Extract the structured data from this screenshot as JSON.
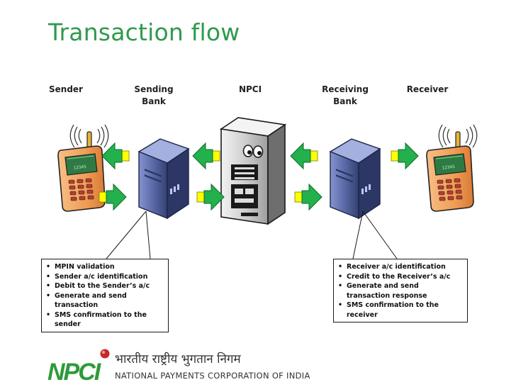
{
  "title": "Transaction flow",
  "columns": [
    {
      "id": "sender",
      "label": "Sender"
    },
    {
      "id": "sending-bank",
      "label": "Sending\nBank"
    },
    {
      "id": "npci",
      "label": "NPCI"
    },
    {
      "id": "receiving-bank",
      "label": "Receiving\nBank"
    },
    {
      "id": "receiver",
      "label": "Receiver"
    }
  ],
  "phone_display": "12345",
  "sender_callout": [
    "MPIN validation",
    "Sender  a/c identification",
    "Debit to the Sender’s a/c",
    "Generate and send transaction",
    "SMS confirmation to the sender"
  ],
  "receiver_callout": [
    "Receiver a/c identification",
    "Credit to the Receiver’s a/c",
    "Generate and send transaction response",
    "SMS confirmation to the receiver"
  ],
  "footer": {
    "logo_text": "NPCI",
    "hindi_name": "भारतीय राष्ट्रीय भुगतान निगम",
    "english_name": "NATIONAL PAYMENTS CORPORATION OF INDIA"
  },
  "colors": {
    "title": "#2e9a4c",
    "arrow_fill": "#22b14c",
    "arrow_tail": "#ffff00",
    "phone_body": "#f0a25c",
    "server_body": "#5a6aa8",
    "logo_green": "#2f9a3a",
    "logo_red": "#c62828"
  }
}
